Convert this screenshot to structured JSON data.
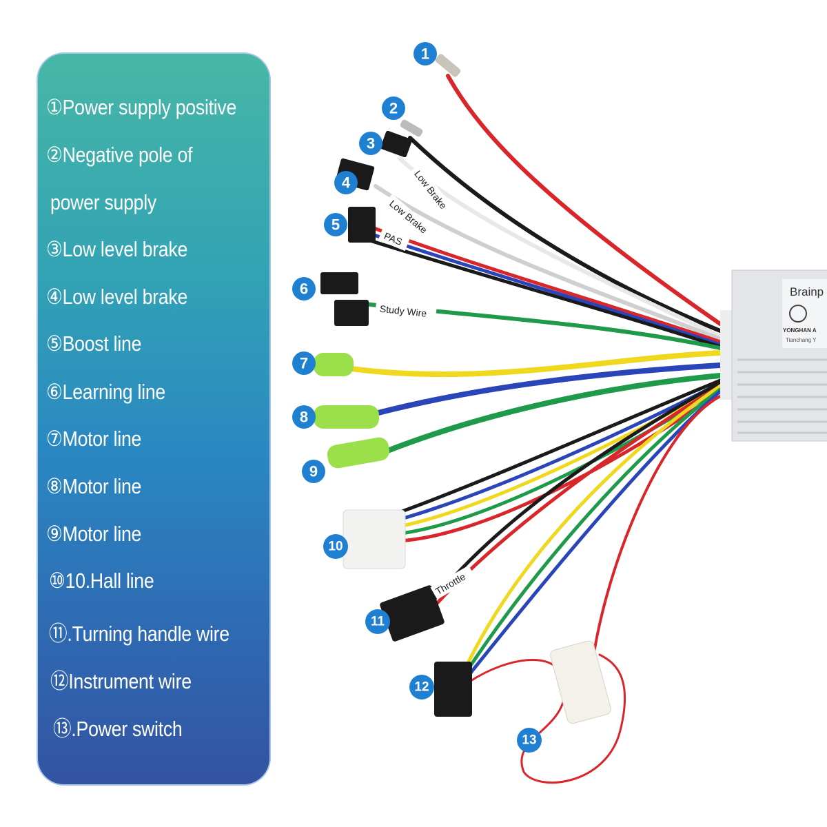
{
  "legend": {
    "items": [
      {
        "text": "①Power supply positive"
      },
      {
        "text": "②Negative pole of"
      },
      {
        "text": " power supply"
      },
      {
        "text": "③Low level brake"
      },
      {
        "text": "④Low level brake"
      },
      {
        "text": "⑤Boost line"
      },
      {
        "text": "⑥Learning line"
      },
      {
        "text": "⑦Motor line"
      },
      {
        "text": "⑧Motor line"
      },
      {
        "text": "⑨Motor line"
      },
      {
        "text": "⑩10.Hall line"
      },
      {
        "text": "⑪.Turning handle wire"
      },
      {
        "text": "⑫Instrument wire"
      },
      {
        "text": "⑬.Power switch"
      }
    ]
  },
  "callouts": [
    "1",
    "2",
    "3",
    "4",
    "5",
    "6",
    "7",
    "8",
    "9",
    "10",
    "11",
    "12",
    "13"
  ],
  "wire_tags": {
    "low_brake_1": "Low Brake",
    "low_brake_2": "Low Brake",
    "pas": "PAS",
    "study_wire": "Study Wire",
    "throttle": "Throttle"
  },
  "controller": {
    "brand": "Brainp",
    "maker": "YONGHAN A",
    "city": "Tianchang Y"
  },
  "colors": {
    "callout": "#1f7fd1",
    "panel_top": "#47b7a6",
    "panel_bottom": "#3353a2",
    "red": "#d8262b",
    "black": "#1a1a1a",
    "yellow": "#f0d81e",
    "blue": "#2a45b8",
    "green": "#1f9a4a"
  }
}
